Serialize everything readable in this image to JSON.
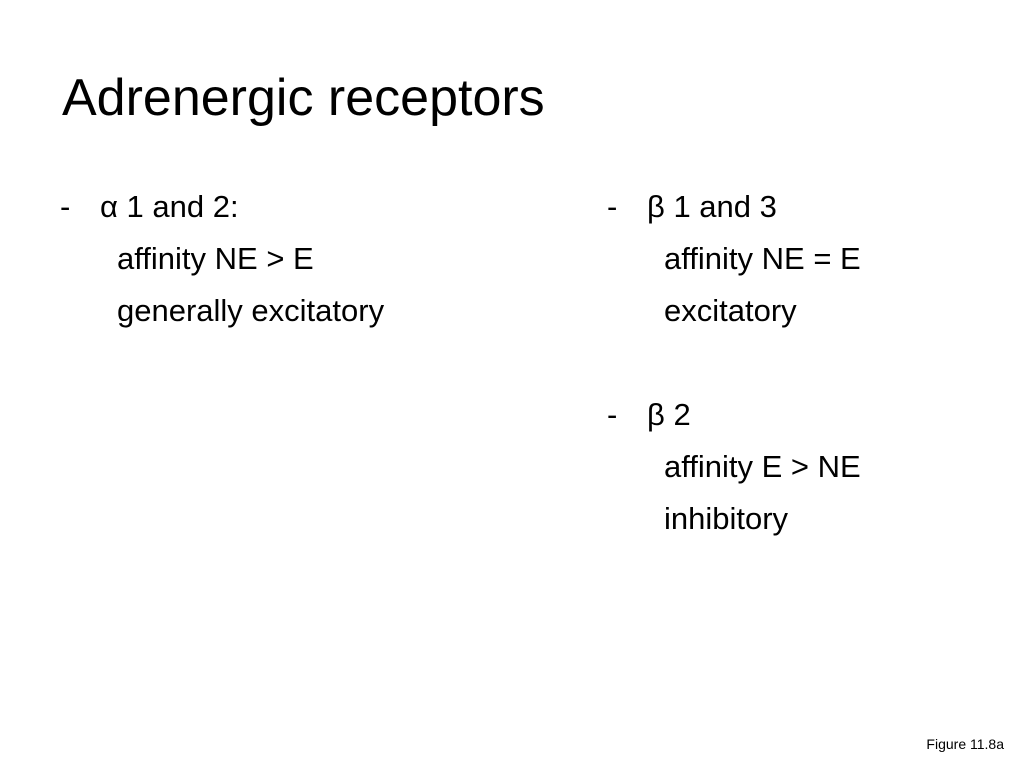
{
  "slide": {
    "title": "Adrenergic receptors",
    "figure_label": "Figure 11.8a"
  },
  "left_column": {
    "groups": [
      {
        "dash": "-",
        "heading": "α 1 and 2:",
        "lines": [
          "affinity NE > E",
          "generally excitatory"
        ]
      }
    ]
  },
  "right_column": {
    "groups": [
      {
        "dash": "-",
        "heading": "β 1 and 3",
        "lines": [
          "affinity NE = E",
          "excitatory"
        ]
      },
      {
        "dash": "-",
        "heading": "β 2",
        "lines": [
          "affinity E > NE",
          "inhibitory"
        ]
      }
    ]
  }
}
